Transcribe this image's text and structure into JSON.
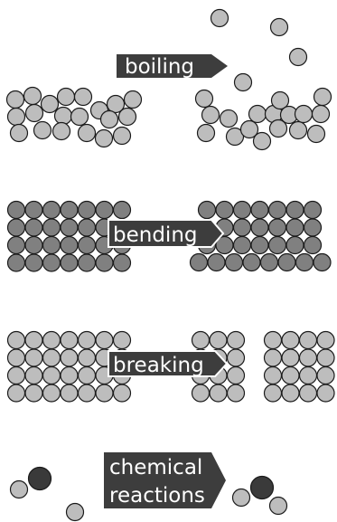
{
  "labels": {
    "boiling": "boiling",
    "bending": "bending",
    "breaking": "breaking",
    "chemical_line1": "chemical",
    "chemical_line2": "reactions"
  },
  "colors": {
    "arrow_fill": "#3d3d3d",
    "particle_light": "#bdbdbd",
    "particle_mid": "#808080",
    "particle_dark": "#3a3a3a",
    "outline": "#1a1a1a",
    "background": "#ffffff"
  }
}
